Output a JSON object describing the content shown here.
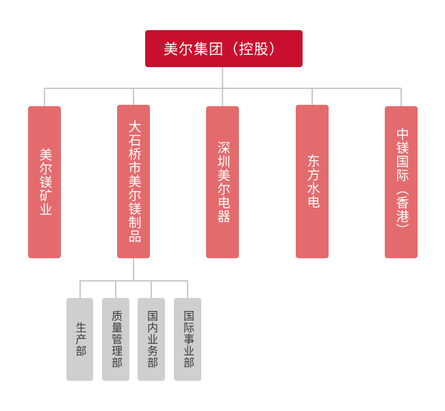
{
  "root": {
    "label": "美尔集团（控股）"
  },
  "subsidiaries": [
    {
      "label": "美尔镁矿业"
    },
    {
      "label": "大石桥市美尔镁制品"
    },
    {
      "label": "深圳美尔电器"
    },
    {
      "label": "东方水电"
    },
    {
      "label": "中镁国际（香港）"
    }
  ],
  "departments": [
    {
      "label": "生产部"
    },
    {
      "label": "质量管理部"
    },
    {
      "label": "国内业务部"
    },
    {
      "label": "国际事业部"
    }
  ],
  "colors": {
    "root": "#c8102e",
    "subsidiary": "#e46b6d",
    "department": "#cfcfcf",
    "connector": "#c9c9c9"
  }
}
